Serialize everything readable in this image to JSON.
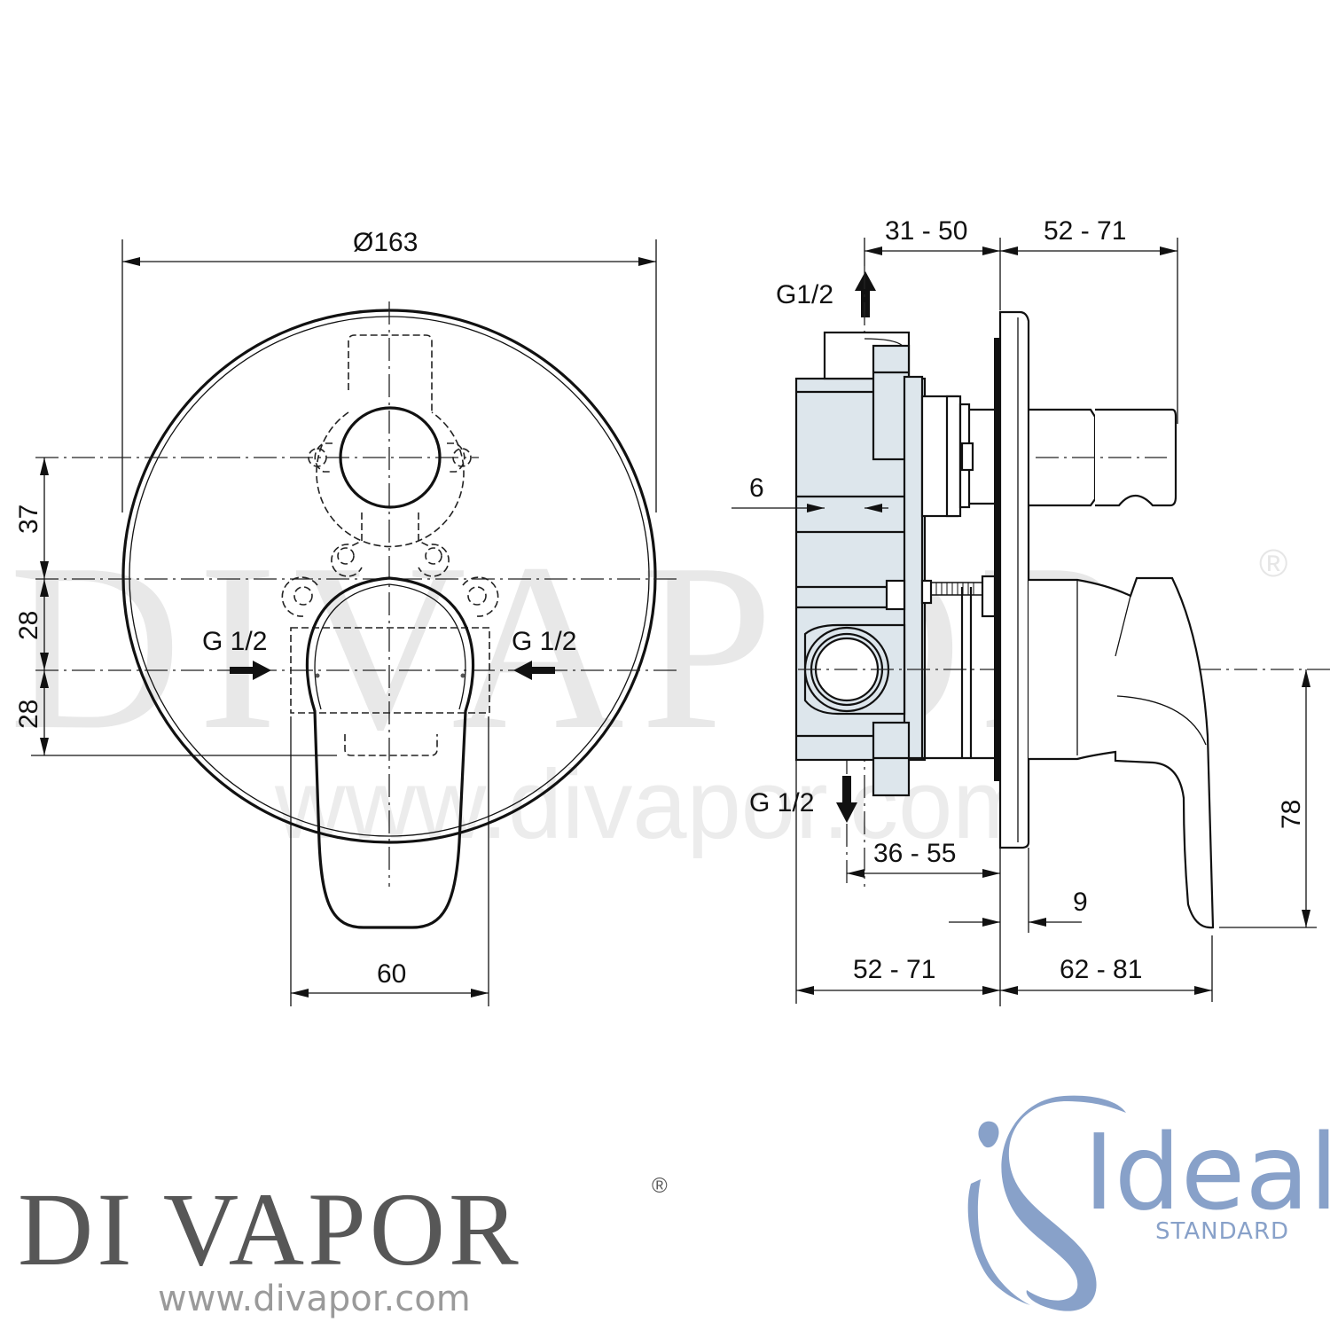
{
  "watermark": {
    "brand": "DIVAPOR",
    "registered": "®",
    "url": "www.divapor.com"
  },
  "front_view": {
    "diameter_label": "Ø163",
    "dim_37": "37",
    "dim_28_upper": "28",
    "dim_28_lower": "28",
    "dim_60": "60",
    "inlet_left": "G 1/2",
    "inlet_right": "G 1/2"
  },
  "side_view": {
    "outlet_top": "G1/2",
    "outlet_bottom": "G 1/2",
    "dim_31_50": "31 - 50",
    "dim_52_71_top": "52 - 71",
    "dim_6": "6",
    "dim_36_55": "36 - 55",
    "dim_9": "9",
    "dim_52_71_bottom": "52 - 71",
    "dim_62_81": "62 - 81",
    "dim_78": "78"
  },
  "colors": {
    "line": "#111111",
    "body_fill": "#dde6ec",
    "watermark": "#e8e8e8",
    "divapor_logo": "#575757",
    "ideal_standard_blue": "#88a1c9"
  },
  "branding": {
    "divapor_logo": "DI VAPOR",
    "divapor_registered": "®",
    "divapor_url": "www.divapor.com",
    "ideal_word": "Ideal",
    "standard_word": "STANDARD"
  }
}
